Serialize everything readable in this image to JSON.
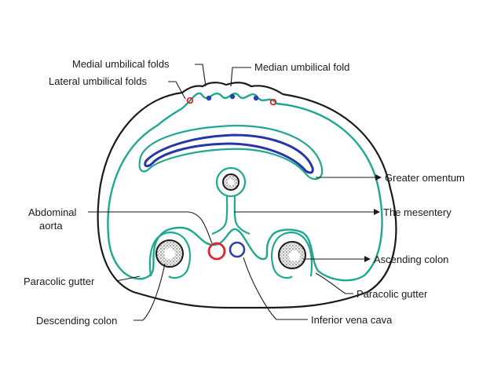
{
  "labels": {
    "medial_umbilical_folds": "Medial umbilical folds",
    "median_umbilical_fold": "Median umbilical fold",
    "lateral_umbilical_folds": "Lateral umbilical folds",
    "greater_omentum": "Greater omentum",
    "abdominal_aorta_line1": "Abdominal",
    "abdominal_aorta_line2": "aorta",
    "the_mesentery": "The mesentery",
    "ascending_colon": "Ascending colon",
    "paracolic_gutter_left": "Paracolic gutter",
    "paracolic_gutter_right": "Paracolic gutter",
    "descending_colon": "Descending colon",
    "inferior_vena_cava": "Inferior vena cava"
  },
  "colors": {
    "outline": "#1a1a1a",
    "peritoneum": "#1fa88f",
    "omentum": "#2636a8",
    "aorta": "#e0242b",
    "vena_cava": "#2b3fb0",
    "colon_fill": "#e9e9e9",
    "dots": "#555555"
  }
}
